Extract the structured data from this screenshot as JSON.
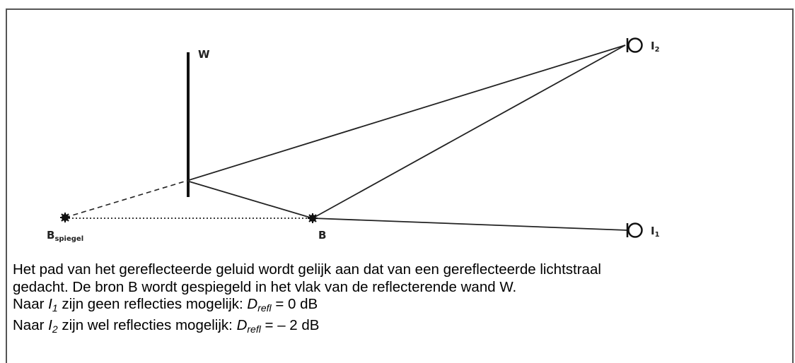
{
  "labels": {
    "wall": "W",
    "source": "B",
    "mirror_main": "B",
    "mirror_sub": "spiegel",
    "receiver2_main": "I",
    "receiver2_sub": "2",
    "receiver1_main": "I",
    "receiver1_sub": "1"
  },
  "caption": {
    "line1": "Het pad van het gereflecteerde geluid wordt gelijk aan dat van een gereflecteerde lichtstraal",
    "line2": "gedacht. De bron B wordt gespiegeld in het vlak van de reflecterende wand W.",
    "line3": {
      "prefix": "Naar ",
      "var": "I",
      "var_sub": "1",
      "middle": " zijn geen reflecties mogelijk: ",
      "d": "D",
      "d_sub": "refl",
      "suffix": " = 0 dB"
    },
    "line4": {
      "prefix": "Naar ",
      "var": "I",
      "var_sub": "2",
      "middle": " zijn wel reflecties mogelijk: ",
      "d": "D",
      "d_sub": "refl",
      "suffix": " = – 2 dB"
    }
  }
}
